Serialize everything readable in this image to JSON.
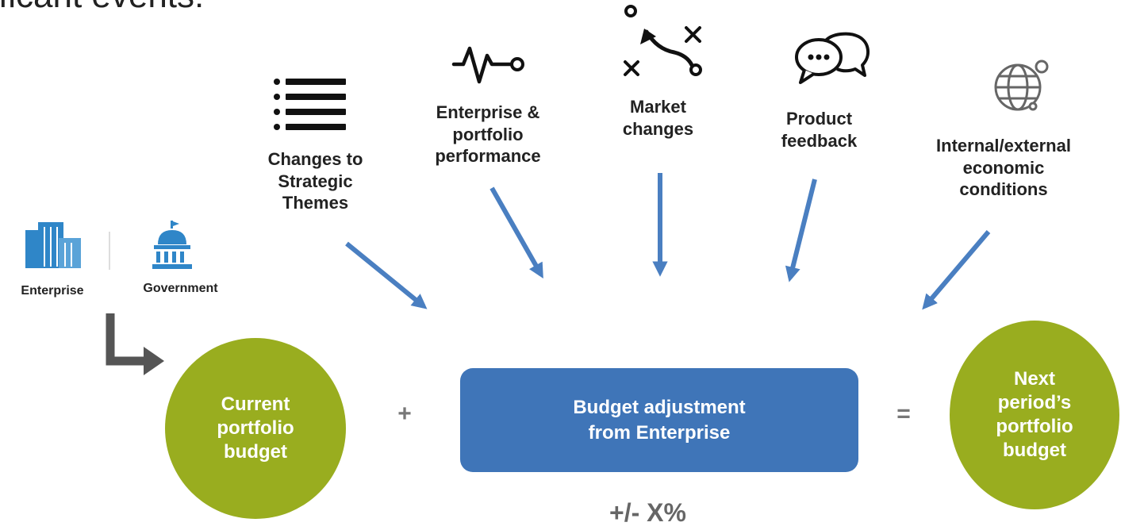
{
  "heading": "ficant events:",
  "origins": {
    "enterprise": "Enterprise",
    "government": "Government"
  },
  "factors": [
    {
      "label": "Changes to\nStrategic\nThemes",
      "icon": "list-icon"
    },
    {
      "label": "Enterprise &\nportfolio\nperformance",
      "icon": "heartbeat-icon"
    },
    {
      "label": "Market\nchanges",
      "icon": "strategy-play-icon"
    },
    {
      "label": "Product\nfeedback",
      "icon": "chat-bubbles-icon"
    },
    {
      "label": "Internal/external\neconomic\nconditions",
      "icon": "globe-network-icon"
    }
  ],
  "equation": {
    "current": "Current\nportfolio\nbudget",
    "plus": "+",
    "adjustment": "Budget adjustment\nfrom Enterprise",
    "equals": "=",
    "next": "Next\nperiod’s\nportfolio\nbudget",
    "percent": "+/- X%"
  },
  "colors": {
    "green": "#99ad1f",
    "blue_box": "#3f75b8",
    "arrow_blue": "#4a7fc1",
    "building_blue": "#2f86c8",
    "dark_gray": "#555555"
  }
}
